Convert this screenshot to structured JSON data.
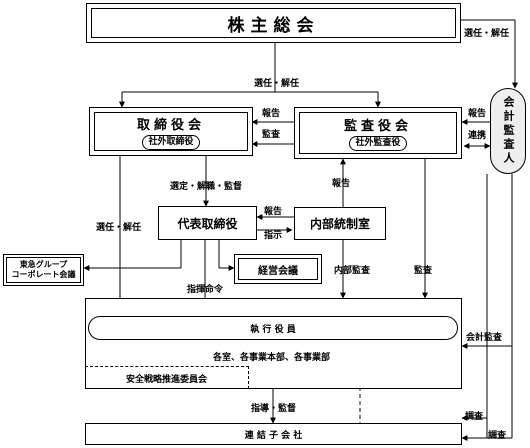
{
  "nodes": {
    "shareholders": "株主総会",
    "board": "取締役会",
    "outside_directors": "社外取締役",
    "auditors": "監査役会",
    "outside_auditors": "社外監査役",
    "accounting_auditor": "会計監査人",
    "representative_director": "代表取締役",
    "internal_control": "内部統制室",
    "management_meeting": "経営会議",
    "tokyu_group": "東急グループ\nコーポレート会議",
    "executive_officers": "執 行 役 員",
    "departments": "各室、各事業本部、各事業部",
    "safety_committee": "安全戦略推進委員会",
    "subsidiaries": "連 結 子 会 社"
  },
  "edge_labels": {
    "appoint_dismiss_top": "選任・解任",
    "appoint_dismiss_right": "選任・解任",
    "appoint_dismiss_left": "選任・解任",
    "report_board": "報告",
    "audit_board": "監査",
    "report_auditor": "報告",
    "cooperation": "連携",
    "select_dismiss_supervise": "選定・解職・監督",
    "report_internal": "報告",
    "report_rep": "報告",
    "instruct": "指示",
    "direct_order": "指揮命令",
    "internal_audit": "内部監査",
    "audit_exec": "監査",
    "accounting_audit": "会計監査",
    "guide_supervise": "指導・監督",
    "investigate": "調査",
    "audit_sub": "調査"
  }
}
